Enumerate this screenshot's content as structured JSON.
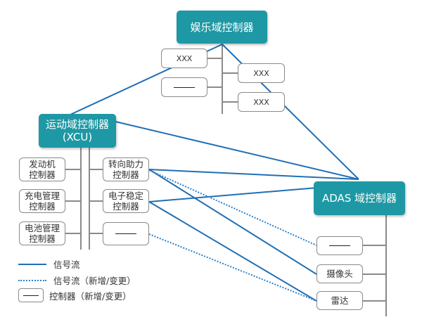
{
  "domains": {
    "infotainment": {
      "label": "娱乐域控制器"
    },
    "motion": {
      "label_line1": "运动域控制器",
      "label_line2": "(XCU)"
    },
    "adas": {
      "label": "ADAS 域控制器"
    }
  },
  "infotainment_children": [
    {
      "label": "XXX",
      "side": "left"
    },
    {
      "label": "——",
      "side": "left",
      "placeholder": true
    },
    {
      "label": "XXX",
      "side": "right"
    },
    {
      "label": "XXX",
      "side": "right"
    }
  ],
  "motion_children": {
    "left": [
      {
        "line1": "发动机",
        "line2": "控制器"
      },
      {
        "line1": "充电管理",
        "line2": "控制器"
      },
      {
        "line1": "电池管理",
        "line2": "控制器"
      }
    ],
    "right": [
      {
        "line1": "转向助力",
        "line2": "控制器"
      },
      {
        "line1": "电子稳定",
        "line2": "控制器"
      },
      {
        "line1": "——",
        "line2": "",
        "placeholder": true
      }
    ]
  },
  "adas_children": [
    {
      "label": "——",
      "placeholder": true
    },
    {
      "label": "摄像头"
    },
    {
      "label": "雷达"
    }
  ],
  "connections": [
    {
      "from": "娱乐域控制器",
      "to": "运动域控制器",
      "style": "solid"
    },
    {
      "from": "娱乐域控制器",
      "to": "ADAS 域控制器",
      "style": "solid"
    },
    {
      "from": "运动域控制器",
      "to": "ADAS 域控制器",
      "style": "solid"
    },
    {
      "from": "转向助力控制器",
      "to": "ADAS 域控制器",
      "style": "solid"
    },
    {
      "from": "电子稳定控制器",
      "to": "ADAS 域控制器",
      "style": "solid"
    },
    {
      "from": "转向助力控制器",
      "to": "摄像头",
      "style": "solid"
    },
    {
      "from": "电子稳定控制器",
      "to": "雷达",
      "style": "solid"
    },
    {
      "from": "转向助力控制器",
      "to": "ADAS 新增控制器",
      "style": "dotted"
    },
    {
      "from": "运动域新增控制器",
      "to": "雷达",
      "style": "dotted"
    }
  ],
  "legend": [
    {
      "type": "solid",
      "label": "信号流"
    },
    {
      "type": "dotted",
      "label": "信号流（新增/变更）"
    },
    {
      "type": "box",
      "label": "控制器（新增/变更）"
    }
  ],
  "colors": {
    "domain_fill": "#1e98a4",
    "signal_line": "#1f6fb5",
    "tree_line": "#8a8a8a",
    "box_border": "#8a8a8a"
  }
}
